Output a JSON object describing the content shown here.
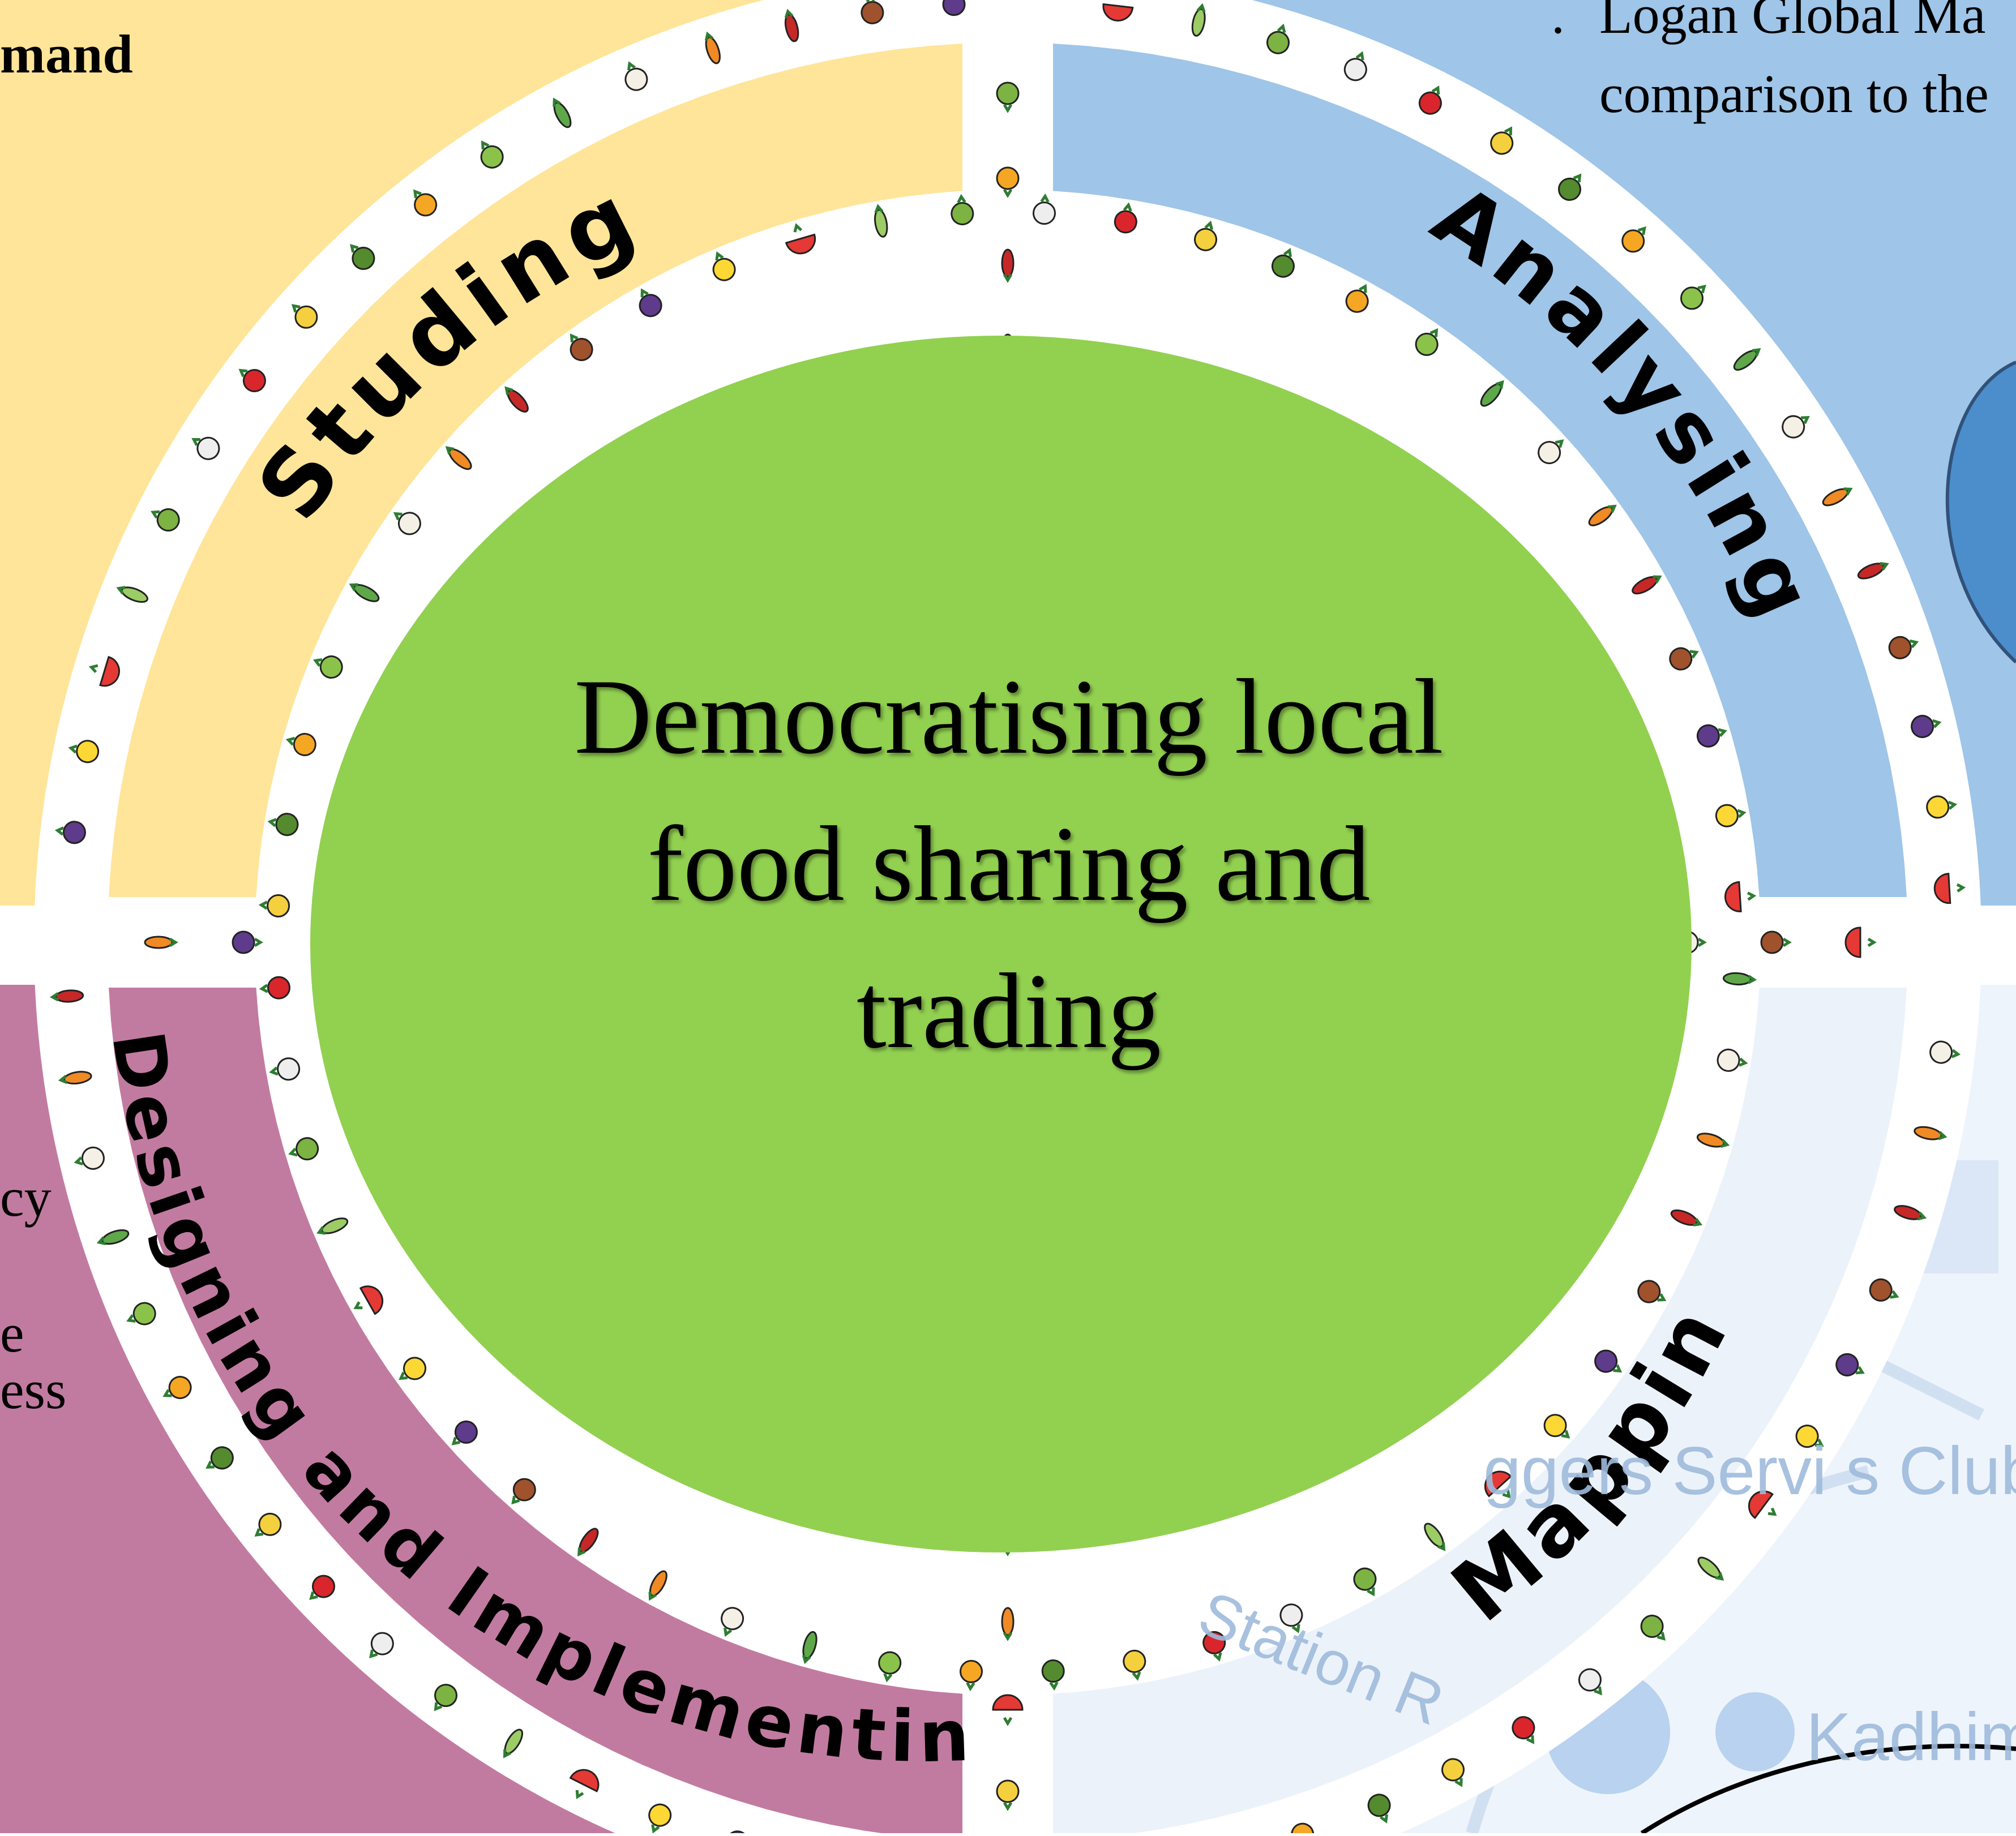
{
  "center": {
    "title_lines": [
      "Democratising local",
      "food sharing and",
      "trading"
    ]
  },
  "quadrants": [
    {
      "label": "Studing",
      "color": "#FFE599"
    },
    {
      "label": "Analysing",
      "color": "#9FC5E8"
    },
    {
      "label": "Designing and Implementing",
      "color": "#C27BA0"
    },
    {
      "label": "Mapping",
      "color": "#DCE8F5"
    }
  ],
  "colors": {
    "center_green": "#92D050",
    "ring_white": "#FFFFFF",
    "text": "#000000"
  },
  "snippets": {
    "top_left": "mand",
    "top_right_bullet": ".",
    "top_right_line1": "Logan Global Ma",
    "top_right_line2": "comparison to the",
    "left_mid": "cy",
    "left_low1": "e",
    "left_low2": "ess"
  },
  "map_labels": {
    "club": "ggers Servi   s Club",
    "road": "Station R",
    "shop": "Kadhim"
  },
  "food_icons": [
    "tomato",
    "carrot",
    "lettuce",
    "pea-pod",
    "watermelon",
    "pumpkin",
    "eggplant",
    "corn",
    "chili",
    "garlic",
    "mushroom",
    "spring-onion",
    "avocado",
    "pepper",
    "broccoli",
    "potato"
  ]
}
